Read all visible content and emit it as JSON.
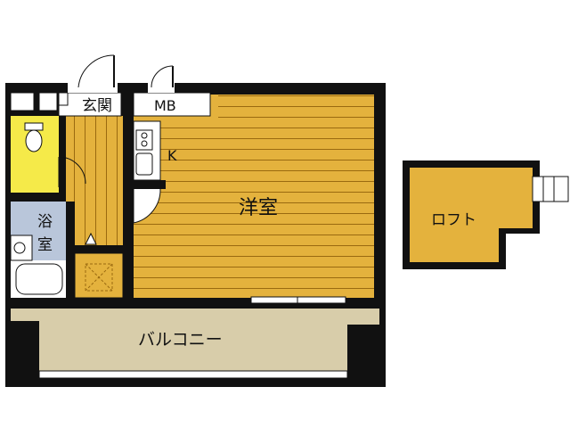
{
  "rooms": {
    "entrance": "玄関",
    "mb": "MB",
    "kitchen": "K",
    "western_room": "洋室",
    "bath_top": "浴",
    "bath_bottom": "室",
    "loft": "ロフト",
    "balcony": "バルコニー"
  },
  "colors": {
    "wall": "#111111",
    "floor_wood": "#E4B23D",
    "floor_line": "#9A6A10",
    "toilet_room": "#F5EA49",
    "bath_room": "#B9C6DA",
    "balcony": "#D8CDAA",
    "loft": "#E4B23D"
  }
}
